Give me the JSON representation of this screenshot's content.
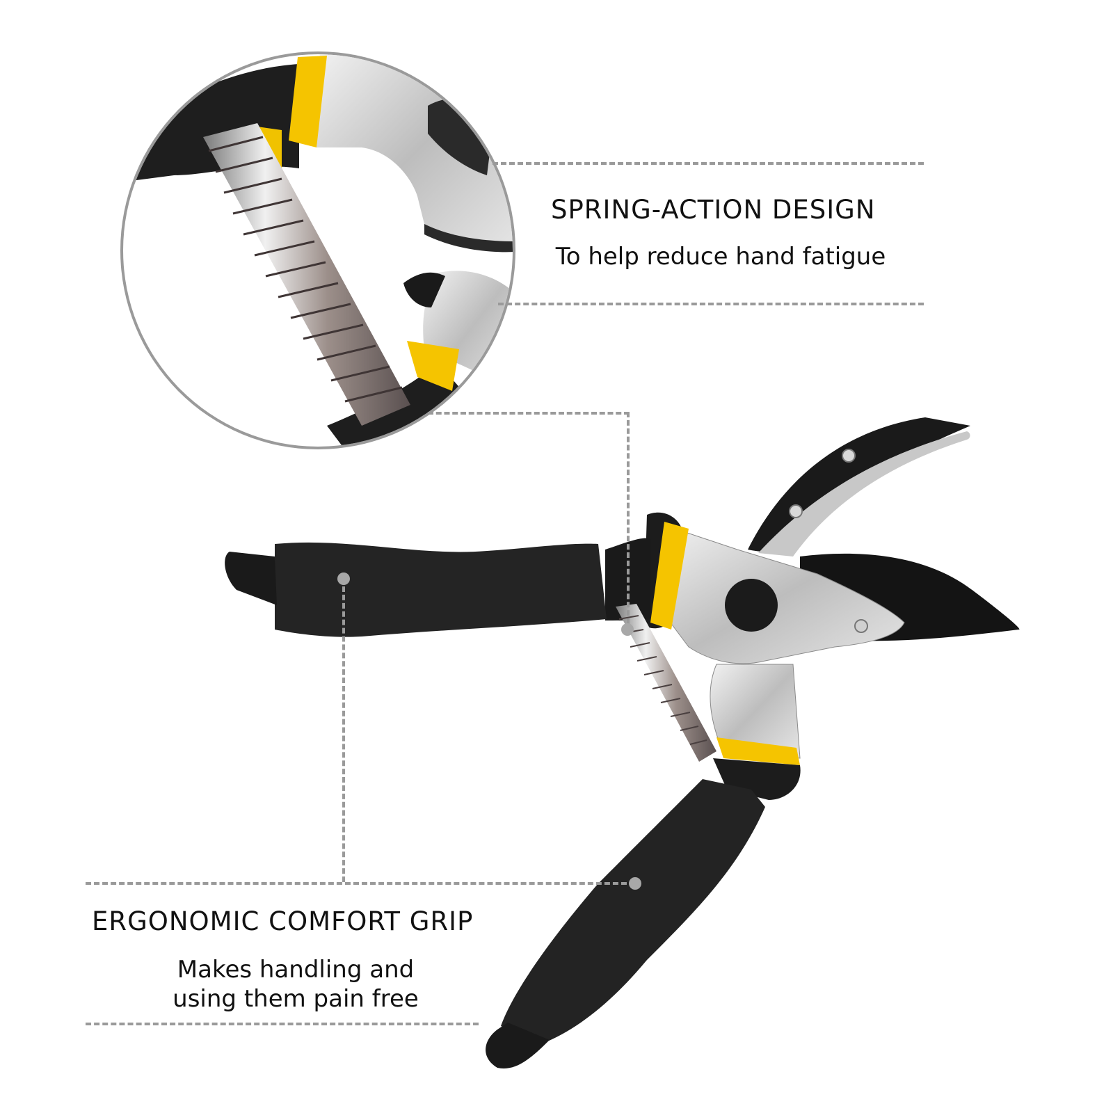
{
  "features": [
    {
      "id": "spring-action",
      "headline": "SPRING-ACTION DESIGN",
      "description_lines": [
        "To help reduce hand fatigue"
      ]
    },
    {
      "id": "ergonomic-grip",
      "headline": "ERGONOMIC COMFORT GRIP",
      "description_lines": [
        "Makes handling and",
        "using them pain free"
      ]
    }
  ],
  "product": {
    "type": "bypass pruning shears",
    "colors": {
      "grip": "#1e1e1e",
      "accent": "#f5c400",
      "steel": "#c9c9c9",
      "blade": "#151515",
      "callout_line": "#9a9a9a",
      "callout_dot": "#a8a8a8",
      "text": "#111111"
    }
  },
  "inset": {
    "label": "spring close-up",
    "border_color": "#9a9a9a"
  }
}
